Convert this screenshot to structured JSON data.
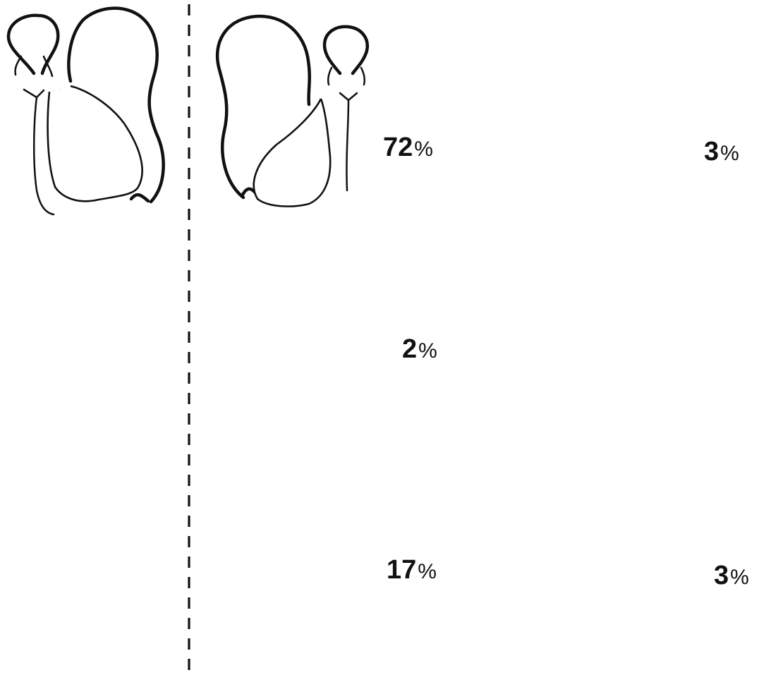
{
  "figure": {
    "panels": [
      {
        "id": "reference",
        "percent": ""
      },
      {
        "id": "a",
        "percent": "72",
        "sign": "%"
      },
      {
        "id": "b",
        "percent": "2",
        "sign": "%"
      },
      {
        "id": "c",
        "percent": "17",
        "sign": "%"
      },
      {
        "id": "d",
        "percent": "3",
        "sign": "%"
      },
      {
        "id": "e",
        "percent": "3",
        "sign": "%"
      }
    ]
  }
}
